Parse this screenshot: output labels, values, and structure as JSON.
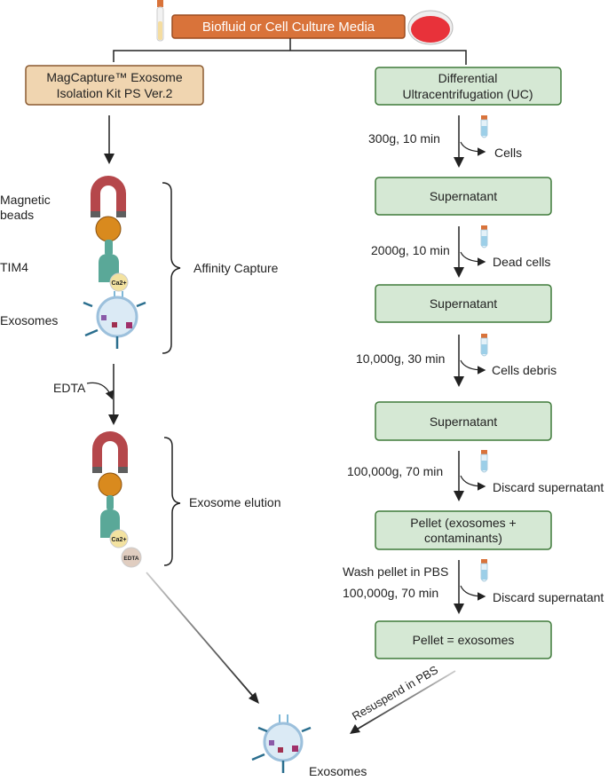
{
  "top": {
    "label": "Biofluid or Cell Culture Media"
  },
  "left": {
    "box_line1": "MagCapture™ Exosome",
    "box_line2": "Isolation Kit PS Ver.2",
    "labels": {
      "magnetic": "Magnetic",
      "beads": "beads",
      "tim4": "TIM4",
      "exosomes": "Exosomes"
    },
    "affinity": "Affinity Capture",
    "edta": "EDTA",
    "elution": "Exosome elution",
    "ca_label": "Ca2+",
    "edta_bubble": "EDTA"
  },
  "right": {
    "box_line1": "Differential",
    "box_line2": "Ultracentrifugation (UC)",
    "steps": [
      {
        "condition": "300g, 10 min",
        "removed": "Cells",
        "result": "Supernatant"
      },
      {
        "condition": "2000g, 10 min",
        "removed": "Dead cells",
        "result": "Supernatant"
      },
      {
        "condition": "10,000g, 30 min",
        "removed": "Cells debris",
        "result": "Supernatant"
      },
      {
        "condition": "100,000g, 70 min",
        "removed": "Discard supernatant",
        "result_line1": "Pellet (exosomes +",
        "result_line2": "contaminants)"
      },
      {
        "condition_line1": "Wash pellet in PBS",
        "condition": "100,000g, 70 min",
        "removed": "Discard supernatant",
        "result": "Pellet = exosomes"
      }
    ],
    "resuspend": "Resuspend in PBS"
  },
  "final": {
    "label": "Exosomes"
  },
  "colors": {
    "orange": "#d9733a",
    "tan": "#f0d5b0",
    "green": "#d5e8d4",
    "green_border": "#3f7a3a",
    "magnet": "#b5474b",
    "bead": "#d98a1e",
    "tim4": "#5aa898"
  }
}
